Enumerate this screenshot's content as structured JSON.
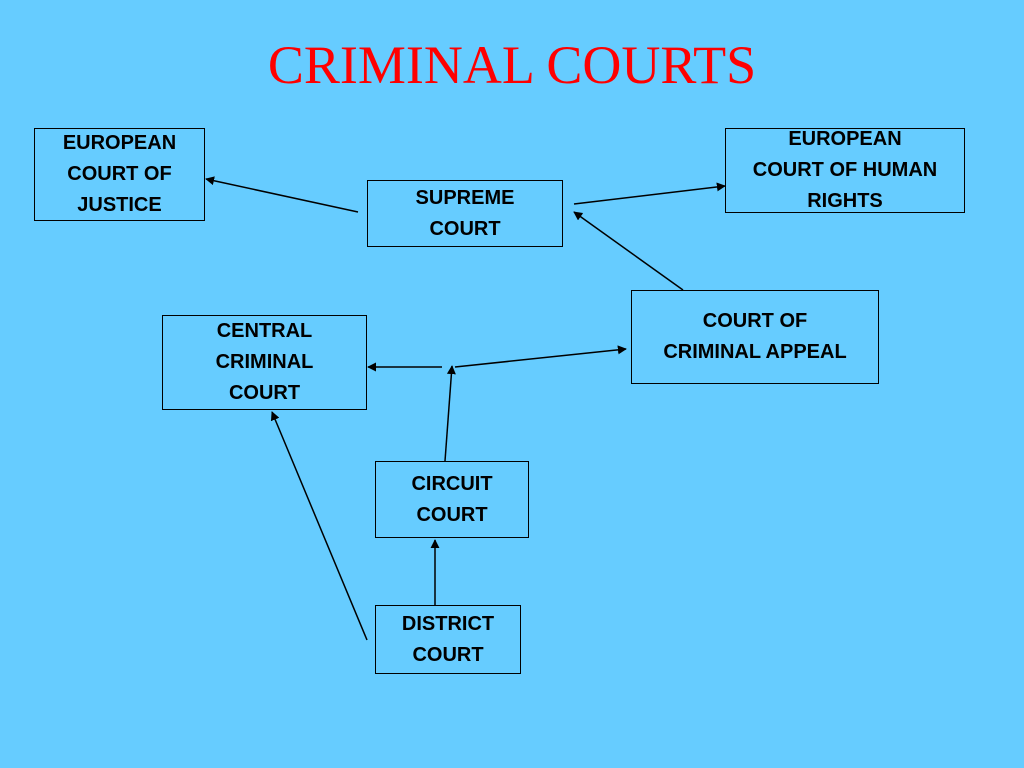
{
  "title": "CRIMINAL COURTS",
  "colors": {
    "background": "#66ccff",
    "title": "#ff0000",
    "line": "#000000"
  },
  "courts": {
    "ecj": {
      "label": "EUROPEAN\nCOURT OF\nJUSTICE"
    },
    "echr": {
      "label": "EUROPEAN\nCOURT OF HUMAN\nRIGHTS"
    },
    "supreme": {
      "label": "SUPREME\nCOURT"
    },
    "appeal": {
      "label": "COURT OF\nCRIMINAL APPEAL"
    },
    "central": {
      "label": "CENTRAL\nCRIMINAL\nCOURT"
    },
    "circuit": {
      "label": "CIRCUIT\nCOURT"
    },
    "district": {
      "label": "DISTRICT\nCOURT"
    }
  },
  "connections": [
    {
      "from": "supreme",
      "to": "ecj"
    },
    {
      "from": "supreme",
      "to": "echr"
    },
    {
      "from": "appeal",
      "to": "supreme"
    },
    {
      "from": "circuit",
      "to": "appeal",
      "via": "junction"
    },
    {
      "from": "circuit",
      "to": "central",
      "via": "junction"
    },
    {
      "from": "district",
      "to": "circuit"
    },
    {
      "from": "district",
      "to": "central"
    }
  ]
}
